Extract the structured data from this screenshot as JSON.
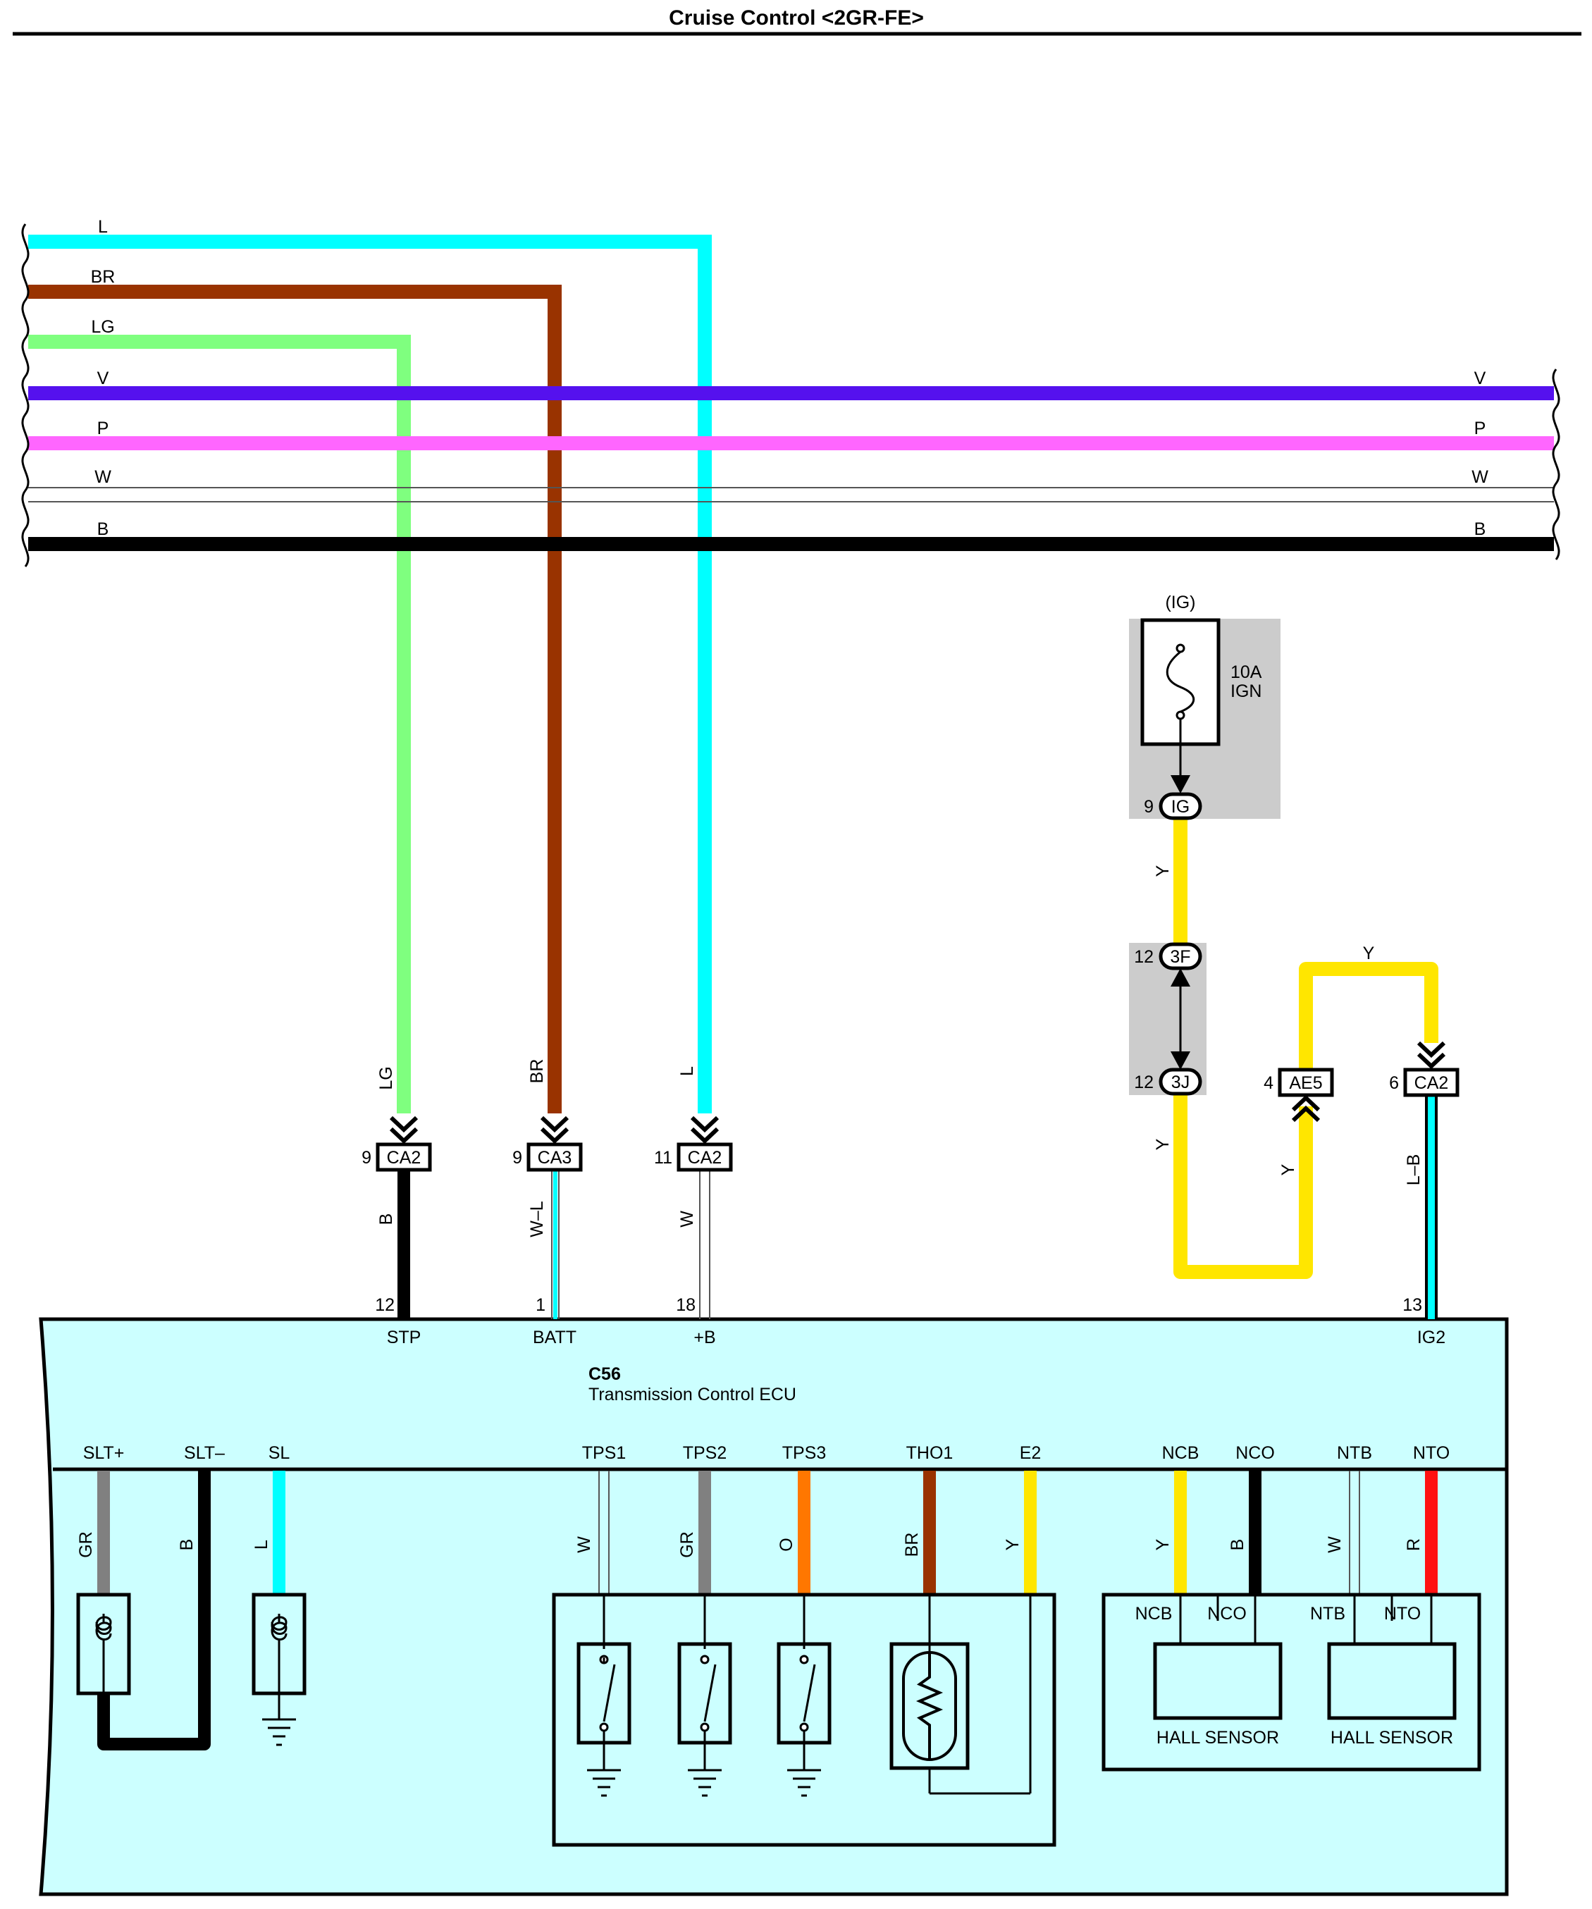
{
  "title": "Cruise Control <2GR-FE>",
  "colors": {
    "L": "#00ffff",
    "BR": "#993300",
    "LG": "#7fff7f",
    "V": "#5511ee",
    "P": "#ff66ff",
    "W": "#ffffff",
    "B": "#000000",
    "Y": "#ffe600",
    "GR": "#808080",
    "O": "#ff7700",
    "R": "#ff1111",
    "ecu_fill": "#ccffff",
    "junction_fill": "#cccccc"
  },
  "bus_lines": [
    {
      "label_left": "L",
      "label_right": ""
    },
    {
      "label_left": "BR",
      "label_right": ""
    },
    {
      "label_left": "LG",
      "label_right": ""
    },
    {
      "label_left": "V",
      "label_right": "V"
    },
    {
      "label_left": "P",
      "label_right": "P"
    },
    {
      "label_left": "W",
      "label_right": "W"
    },
    {
      "label_left": "B",
      "label_right": "B"
    }
  ],
  "ecu_inputs": [
    {
      "upper_wire": "LG",
      "pin": "9",
      "connector": "CA2",
      "lower_wire": "B",
      "ecu_pin": "12",
      "terminal": "STP"
    },
    {
      "upper_wire": "BR",
      "pin": "9",
      "connector": "CA3",
      "lower_wire": "W–L",
      "ecu_pin": "1",
      "terminal": "BATT"
    },
    {
      "upper_wire": "L",
      "pin": "11",
      "connector": "CA2",
      "lower_wire": "W",
      "ecu_pin": "18",
      "terminal": "+B"
    }
  ],
  "fuse": {
    "header": "(IG)",
    "rating": "10A",
    "name": "IGN",
    "pin": "9",
    "connector": "IG"
  },
  "ig2_circuit": {
    "wire_after_fuse": "Y",
    "junction_upper": {
      "pin": "12",
      "connector": "3F"
    },
    "junction_lower": {
      "pin": "12",
      "connector": "3J"
    },
    "wire_down": "Y",
    "ae5": {
      "pin": "4",
      "connector": "AE5",
      "wire": "Y"
    },
    "top_wire": "Y",
    "ca2": {
      "pin": "6",
      "connector": "CA2",
      "wire": "L–B"
    },
    "ecu_pin": "13",
    "terminal": "IG2"
  },
  "ecu": {
    "code": "C56",
    "name": "Transmission Control ECU"
  },
  "ecu_terminals": [
    {
      "name": "SLT+",
      "wire": "GR"
    },
    {
      "name": "SLT–",
      "wire": "B"
    },
    {
      "name": "SL",
      "wire": "L"
    },
    {
      "name": "TPS1",
      "wire": "W"
    },
    {
      "name": "TPS2",
      "wire": "GR"
    },
    {
      "name": "TPS3",
      "wire": "O"
    },
    {
      "name": "THO1",
      "wire": "BR"
    },
    {
      "name": "E2",
      "wire": "Y"
    },
    {
      "name": "NCB",
      "wire": "Y"
    },
    {
      "name": "NCO",
      "wire": "B"
    },
    {
      "name": "NTB",
      "wire": "W"
    },
    {
      "name": "NTO",
      "wire": "R"
    }
  ],
  "hall_sensors": [
    {
      "pin_a": "NCB",
      "pin_b": "NCO",
      "label": "HALL SENSOR"
    },
    {
      "pin_a": "NTB",
      "pin_b": "NTO",
      "label": "HALL SENSOR"
    }
  ]
}
